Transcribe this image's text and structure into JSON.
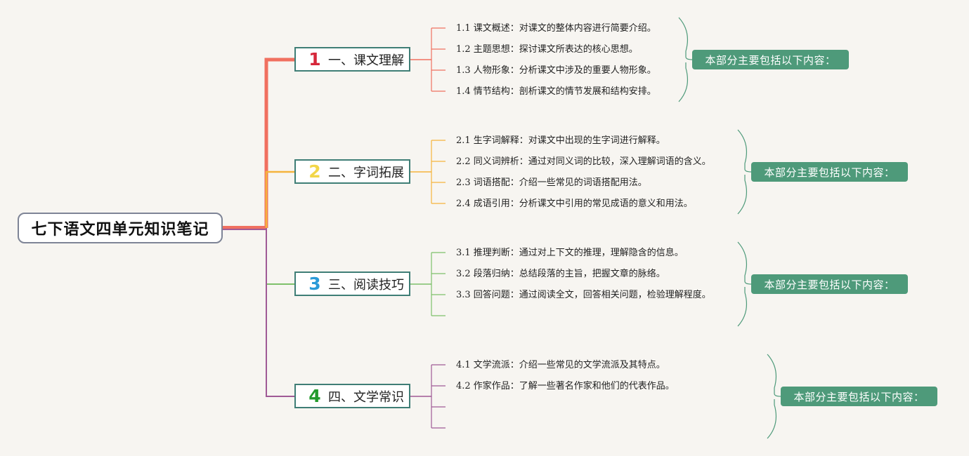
{
  "root": {
    "title": "七下语文四单元知识笔记"
  },
  "branches": [
    {
      "number": "1",
      "title": "一、课文理解",
      "color": "#f07060",
      "summary": "本部分主要包括以下内容：",
      "items": [
        "1.1 课文概述：对课文的整体内容进行简要介绍。",
        "1.2 主题思想：探讨课文所表达的核心思想。",
        "1.3 人物形象：分析课文中涉及的重要人物形象。",
        "1.4 情节结构：剖析课文的情节发展和结构安排。"
      ]
    },
    {
      "number": "2",
      "title": "二、字词拓展",
      "color": "#f5b43c",
      "summary": "本部分主要包括以下内容：",
      "items": [
        "2.1 生字词解释：对课文中出现的生字词进行解释。",
        "2.2 同义词辨析：通过对同义词的比较，深入理解词语的含义。",
        "2.3 词语搭配：介绍一些常见的词语搭配用法。",
        "2.4 成语引用：分析课文中引用的常见成语的意义和用法。"
      ]
    },
    {
      "number": "3",
      "title": "三、阅读技巧",
      "color": "#7ec06a",
      "summary": "本部分主要包括以下内容：",
      "items": [
        "3.1 推理判断：通过对上下文的推理，理解隐含的信息。",
        "3.2 段落归纳：总结段落的主旨，把握文章的脉络。",
        "3.3 回答问题：通过阅读全文，回答相关问题，检验理解程度。"
      ]
    },
    {
      "number": "4",
      "title": "四、文学常识",
      "color": "#a05a96",
      "summary": "本部分主要包括以下内容：",
      "items": [
        "4.1 文学流派：介绍一些常见的文学流派及其特点。",
        "4.2 作家作品：了解一些著名作家和他们的代表作品。"
      ]
    }
  ],
  "number_colors": [
    "#d6273a",
    "#f2d648",
    "#2a9ad8",
    "#239b2c"
  ],
  "summary_color": "#4e9a7a"
}
